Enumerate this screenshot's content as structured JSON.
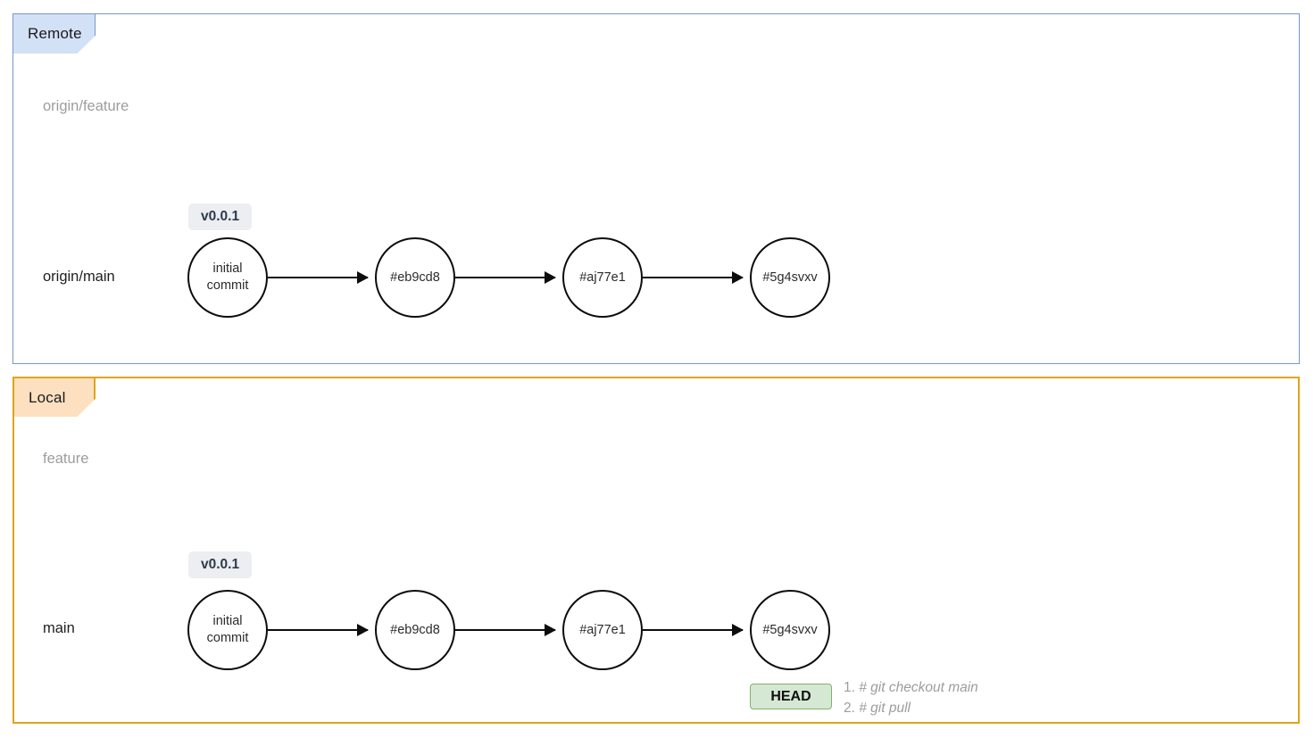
{
  "panels": [
    {
      "key": "remote",
      "tab_label": "Remote",
      "border_color": "#7b96c4",
      "tab_fill": "#d3e1f7",
      "branches": [
        {
          "name": "origin/feature",
          "state": "empty"
        },
        {
          "name": "origin/main",
          "state": "active"
        }
      ]
    },
    {
      "key": "local",
      "tab_label": "Local",
      "border_color": "#e0a515",
      "tab_fill": "#fce0c0",
      "branches": [
        {
          "name": "feature",
          "state": "empty"
        },
        {
          "name": "main",
          "state": "active"
        }
      ]
    }
  ],
  "commits": {
    "remote_main": [
      {
        "line1": "initial",
        "line2": "commit"
      },
      {
        "line1": "#eb9cd8",
        "line2": ""
      },
      {
        "line1": "#aj77e1",
        "line2": ""
      },
      {
        "line1": "#5g4svxv",
        "line2": ""
      }
    ],
    "local_main": [
      {
        "line1": "initial",
        "line2": "commit"
      },
      {
        "line1": "#eb9cd8",
        "line2": ""
      },
      {
        "line1": "#aj77e1",
        "line2": ""
      },
      {
        "line1": "#5g4svxv",
        "line2": ""
      }
    ]
  },
  "tags": {
    "remote_version": "v0.0.1",
    "local_version": "v0.0.1"
  },
  "head": {
    "label": "HEAD"
  },
  "commands": [
    {
      "number": "1.",
      "text": "# git checkout main"
    },
    {
      "number": "2.",
      "text": "# git pull"
    }
  ],
  "colors": {
    "remote_accent": "#7b96c4",
    "local_accent": "#e0a515",
    "tag_fill": "#eceef2",
    "tag_text": "#2e3a4d",
    "head_fill": "#d5e8d4",
    "head_border": "#82b366",
    "muted_text": "#9d9d9d",
    "node_stroke": "#0d0d0d"
  }
}
